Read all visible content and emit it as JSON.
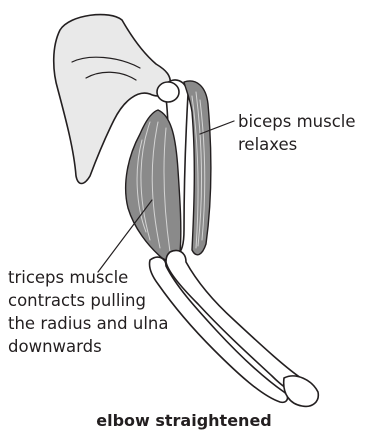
{
  "labels": {
    "biceps": [
      "biceps muscle",
      "relaxes"
    ],
    "triceps": [
      "triceps muscle",
      "contracts pulling",
      "the radius and ulna",
      "downwards"
    ]
  },
  "caption": "elbow straightened",
  "colors": {
    "outline": "#231f20",
    "shoulder_fill": "#e9e9e9",
    "bone_fill": "#ffffff",
    "muscle_fill": "#8a8a8a",
    "muscle_fibre": "#d4d4d4"
  }
}
